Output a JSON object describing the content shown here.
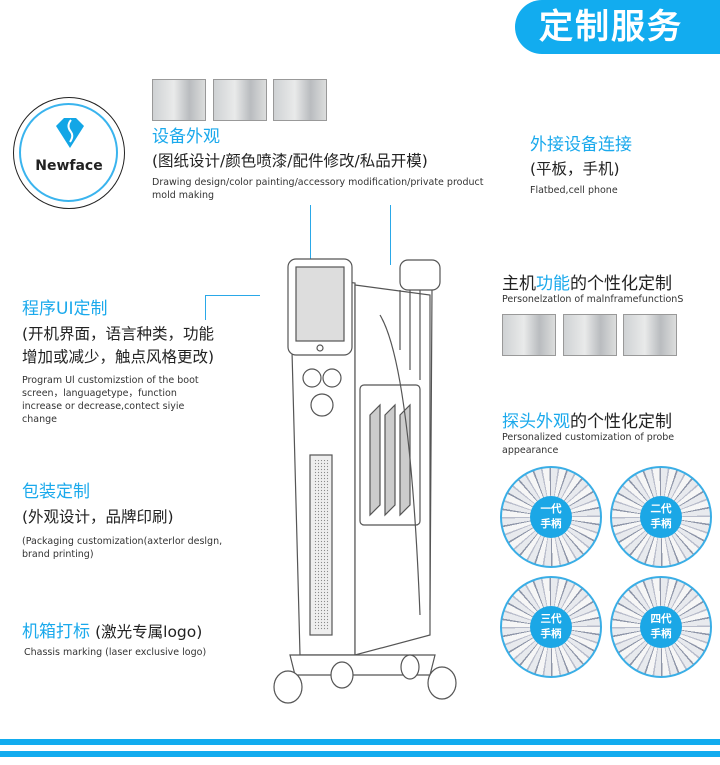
{
  "header": {
    "title": "定制服务"
  },
  "logo": {
    "brand": "Newface"
  },
  "appearance": {
    "title": "设备外观",
    "subtitle": "(图纸设计/颜色喷漆/配件修改/私品开模)",
    "english": "Drawing design/color painting/accessory modification/private product mold making"
  },
  "external": {
    "title": "外接设备连接",
    "subtitle": "(平板，手机)",
    "english": "Flatbed,cell phone"
  },
  "ui": {
    "title": "程序UI定制",
    "subtitle_1": "(开机界面，语言种类，功能",
    "subtitle_2": "增加或减少，触点风格更改)",
    "english": "Program Ul customizstion of the boot screen，languagetype，function increase or decrease,contect siyie change"
  },
  "packaging": {
    "title": "包装定制",
    "subtitle": "(外观设计，品牌印刷)",
    "english": "(Packaging customization(axterlor deslgn, brand printing)"
  },
  "chassis": {
    "title": "机箱打标",
    "subtitle": "(激光专属logo)",
    "english": "Chassis marking  (laser exclusive logo)"
  },
  "mainframe": {
    "title_a": "主机",
    "title_b": "功能",
    "title_c": "的个性化定制",
    "english": "Personelzatlon of malnframefunctionS"
  },
  "probe": {
    "title_a": "探头外观",
    "title_b": "的个性化定制",
    "english": "Personalized customization of probe appearance",
    "generations": [
      {
        "l1": "一代",
        "l2": "手柄"
      },
      {
        "l1": "二代",
        "l2": "手柄"
      },
      {
        "l1": "三代",
        "l2": "手柄"
      },
      {
        "l1": "四代",
        "l2": "手柄"
      }
    ]
  },
  "colors": {
    "accent": "#12acef"
  }
}
